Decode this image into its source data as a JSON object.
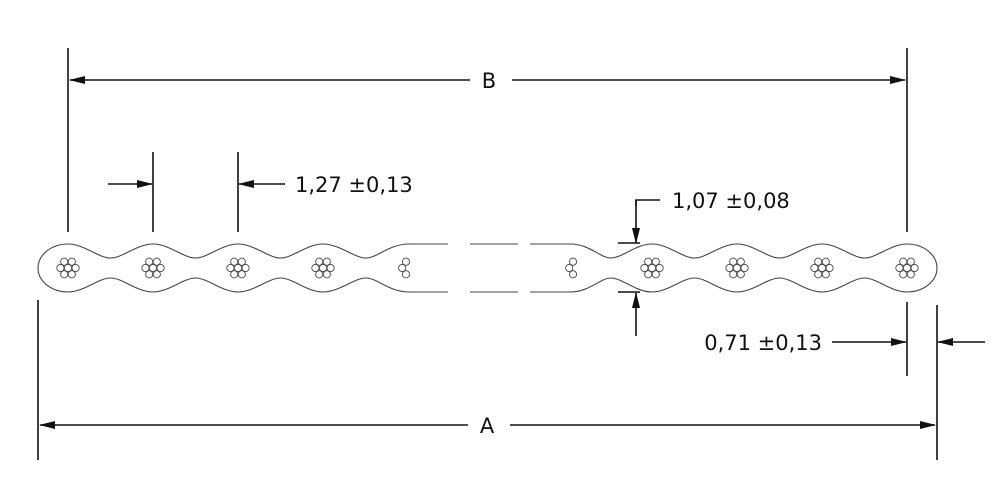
{
  "title": "Flat ribbon cable cross-section",
  "dimensions": {
    "overall_width_label": "A",
    "conductor_span_label": "B",
    "pitch": "1,27 ±0,13",
    "thickness": "1,07 ±0,08",
    "edge_margin": "0,71 ±0,13"
  },
  "colors": {
    "line": "#111111",
    "cable": "#444444"
  }
}
